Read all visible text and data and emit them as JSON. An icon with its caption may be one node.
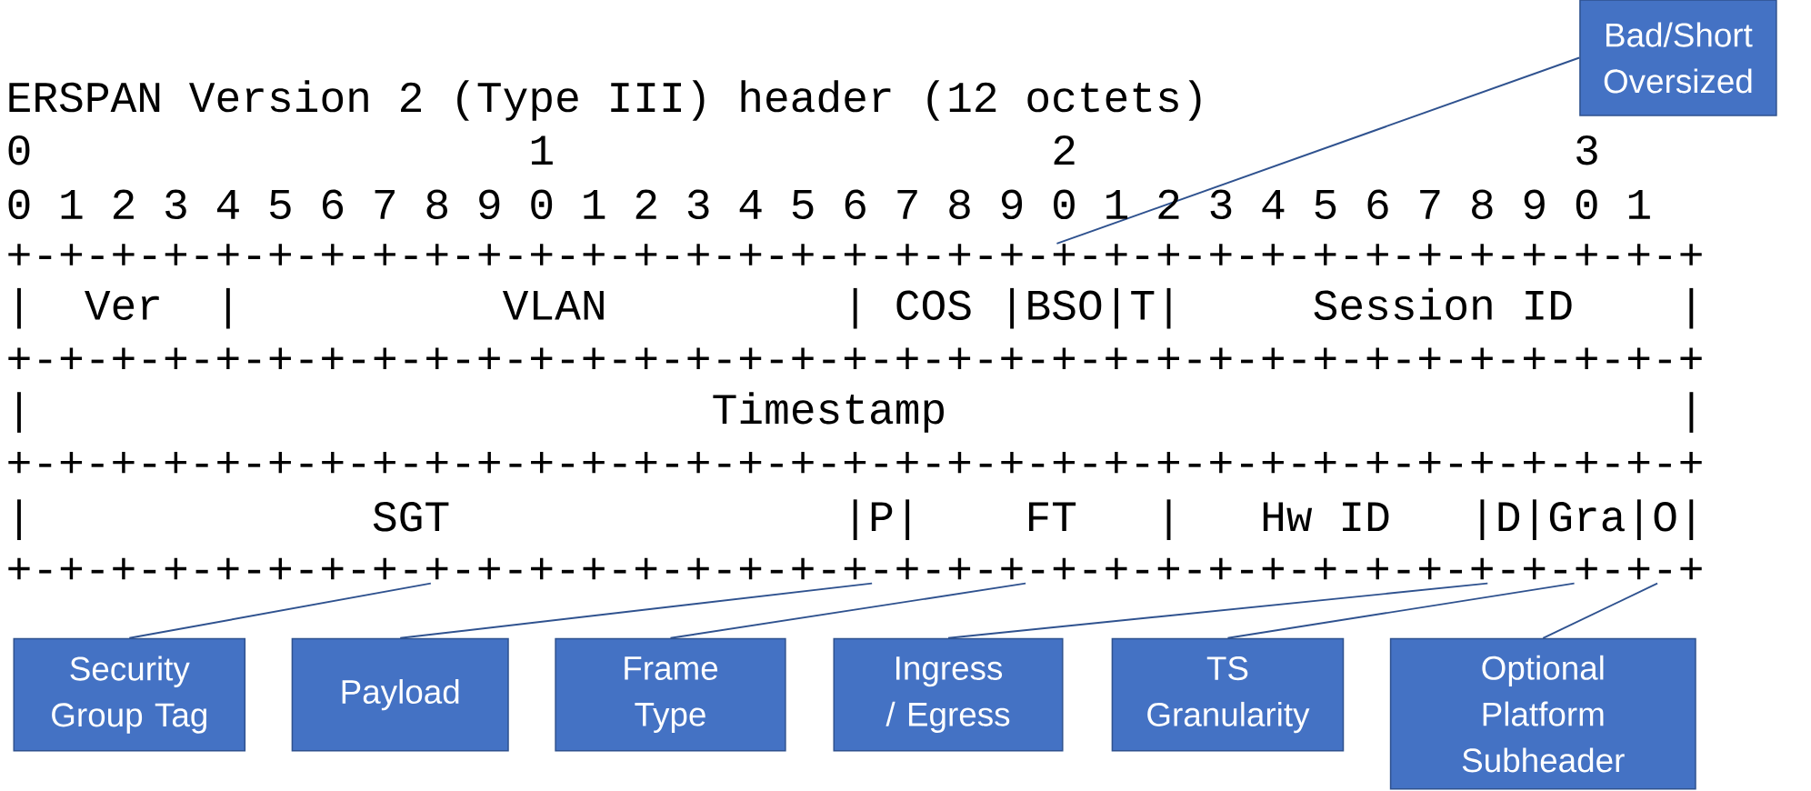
{
  "diagram": {
    "nodes": [
      {
        "text": [
          "Bad/Short Oversized"
        ]
      },
      {
        "text": [
          "+-+-+-+-+-+-+-+-+-+-+-+-+-+-+-+-+-+-+-+-+-+-+-+-+-+-+-+-+-+-+-+-+"
        ]
      },
      {
        "text": [
          "+-+-+-+-+-+-+-+-+-+-+-+-+-+-+-+-+-+-+-+-+-+-+-+-+-+-+-+-+-+-+-+-+"
        ]
      },
      {
        "text": [
          "Security Group Tag"
        ]
      },
      {
        "text": [
          "Payload"
        ]
      },
      {
        "text": [
          "Frame Type"
        ]
      },
      {
        "text": [
          "Ingress / Egress"
        ]
      },
      {
        "text": [
          "TS Granularity"
        ]
      },
      {
        "text": [
          "Optional Platform Subheader"
        ]
      }
    ],
    "edges": [
      {
        "from": 0,
        "to": 1,
        "arrow": "none"
      },
      {
        "from": 3,
        "to": 2,
        "arrow": "none"
      },
      {
        "from": 4,
        "to": 2,
        "arrow": "none"
      },
      {
        "from": 5,
        "to": 2,
        "arrow": "none"
      },
      {
        "from": 6,
        "to": 2,
        "arrow": "none"
      },
      {
        "from": 7,
        "to": 2,
        "arrow": "none"
      },
      {
        "from": 8,
        "to": 2,
        "arrow": "none"
      }
    ],
    "labels": [
      "ERSPAN Version 2 (Type III) header (12 octets)",
      "0                   1                   2                   3",
      "0 1 2 3 4 5 6 7 8 9 0 1 2 3 4 5 6 7 8 9 0 1 2 3 4 5 6 7 8 9 0 1",
      "|  Ver  |          VLAN         | COS |BSO|T|     Session ID    |",
      "+-+-+-+-+-+-+-+-+-+-+-+-+-+-+-+-+-+-+-+-+-+-+-+-+-+-+-+-+-+-+-+-+",
      "|                          Timestamp                            |",
      "+-+-+-+-+-+-+-+-+-+-+-+-+-+-+-+-+-+-+-+-+-+-+-+-+-+-+-+-+-+-+-+-+",
      "|             SGT               |P|    FT   |   Hw ID   |D|Gra|O|"
    ]
  }
}
